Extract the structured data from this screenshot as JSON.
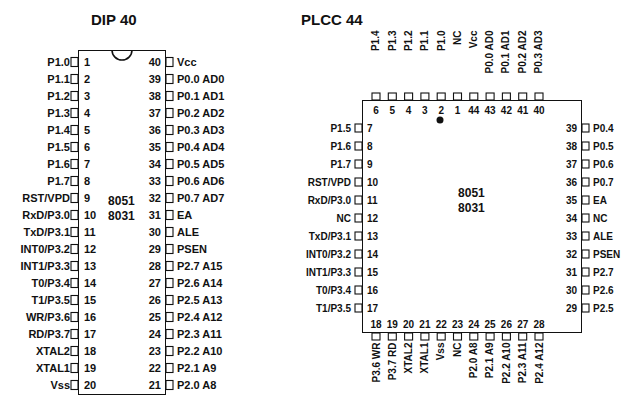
{
  "diagram": {
    "nodes": [
      {
        "text": [
          "DIP 40",
          "8051 8031"
        ]
      },
      {
        "text": [
          "PLCC 44",
          "8051 8031"
        ]
      }
    ],
    "labels": [
      "P1.0",
      "P1.1",
      "P1.2",
      "P1.3",
      "P1.4",
      "P1.5",
      "P1.6",
      "P1.7",
      "RST/VPD",
      "RxD/P3.0",
      "TxD/P3.1",
      "INT0/P3.2",
      "INT1/P3.3",
      "T0/P3.4",
      "T1/P3.5",
      "WR/P3.6",
      "RD/P3.7",
      "XTAL2",
      "XTAL1",
      "Vss",
      "1",
      "2",
      "3",
      "4",
      "5",
      "6",
      "7",
      "8",
      "9",
      "10",
      "11",
      "12",
      "13",
      "14",
      "15",
      "16",
      "17",
      "18",
      "19",
      "20",
      "40",
      "39",
      "38",
      "37",
      "36",
      "35",
      "34",
      "33",
      "32",
      "31",
      "30",
      "29",
      "28",
      "27",
      "26",
      "25",
      "24",
      "23",
      "22",
      "21",
      "Vcc",
      "P0.0 AD0",
      "P0.1 AD1",
      "P0.2 AD2",
      "P0.3 AD3",
      "P0.4 AD4",
      "P0.5 AD5",
      "P0.6 AD6",
      "P0.7 AD7",
      "EA",
      "ALE",
      "PSEN",
      "P2.7 A15",
      "P2.6 A14",
      "P2.5 A13",
      "P2.4 A12",
      "P2.3 A11",
      "P2.2 A10",
      "P2.1 A9",
      "P2.0 A8",
      "P1.4",
      "P1.3",
      "P1.2",
      "P1.1",
      "P1.0",
      "NC",
      "Vcc",
      "P0.0 AD0",
      "P0.1 AD1",
      "P0.2 AD2",
      "P0.3 AD3",
      "6",
      "5",
      "4",
      "3",
      "2",
      "1",
      "44",
      "43",
      "42",
      "41",
      "40",
      "P1.5",
      "P1.6",
      "P1.7",
      "RST/VPD",
      "RxD/P3.0",
      "NC",
      "TxD/P3.1",
      "INT0/P3.2",
      "INT1/P3.3",
      "T0/P3.4",
      "T1/P3.5",
      "7",
      "8",
      "9",
      "10",
      "11",
      "12",
      "13",
      "14",
      "15",
      "16",
      "17",
      "39",
      "38",
      "37",
      "36",
      "35",
      "34",
      "33",
      "32",
      "31",
      "30",
      "29",
      "P0.4",
      "P0.5",
      "P0.6",
      "P0.7",
      "EA",
      "NC",
      "ALE",
      "PSEN",
      "P2.7",
      "P2.6",
      "P2.5",
      "18",
      "19",
      "20",
      "21",
      "22",
      "23",
      "24",
      "25",
      "26",
      "27",
      "28",
      "P3.6 WR",
      "P3.7 RD",
      "XTAL2",
      "XTAL1",
      "Vss",
      "NC",
      "P2.0 A8",
      "P2.1 A9",
      "P2.2 A10",
      "P2.3 A11",
      "P2.4 A12"
    ]
  }
}
